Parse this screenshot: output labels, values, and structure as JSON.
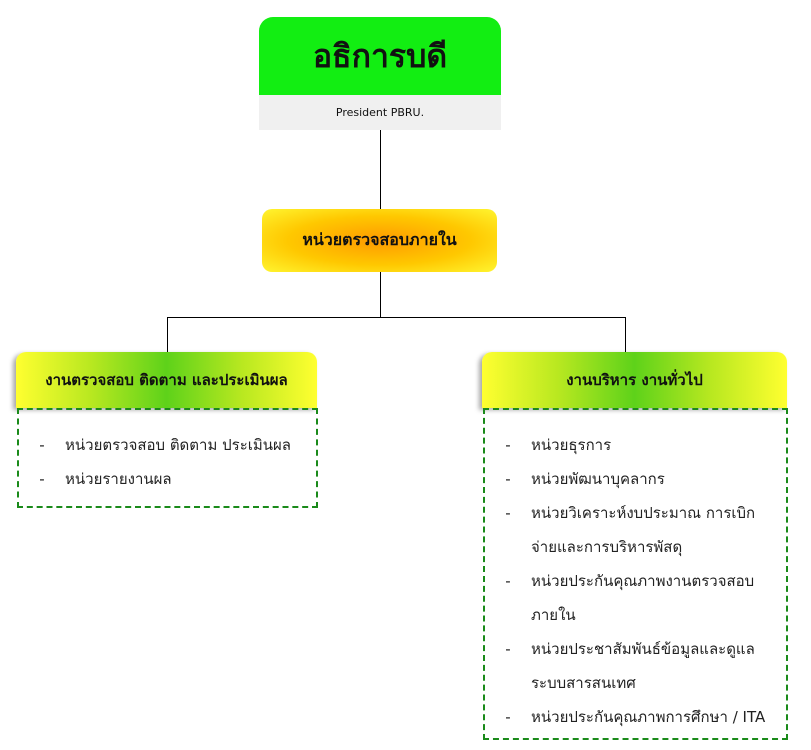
{
  "president": {
    "title": "อธิการบดี",
    "subtitle": "President PBRU."
  },
  "internal_audit": {
    "title": "หน่วยตรวจสอบภายใน"
  },
  "left": {
    "title": "งานตรวจสอบ ติดตาม และประเมินผล",
    "items": [
      "หน่วยตรวจสอบ  ติดตาม ประเมินผล",
      "หน่วยรายงานผล"
    ]
  },
  "right": {
    "title": "งานบริหาร งานทั่วไป",
    "items": [
      "หน่วยธุรการ",
      "หน่วยพัฒนาบุคลากร",
      "หน่วยวิเคราะห์งบประมาณ การเบิกจ่ายและการบริหารพัสดุ",
      "หน่วยประกันคุณภาพงานตรวจสอบภายใน",
      "หน่วยประชาสัมพันธ์ข้อมูลและดูแลระบบสารสนเทศ",
      "หน่วยประกันคุณภาพการศึกษา / ITA"
    ]
  },
  "bullet": "-"
}
